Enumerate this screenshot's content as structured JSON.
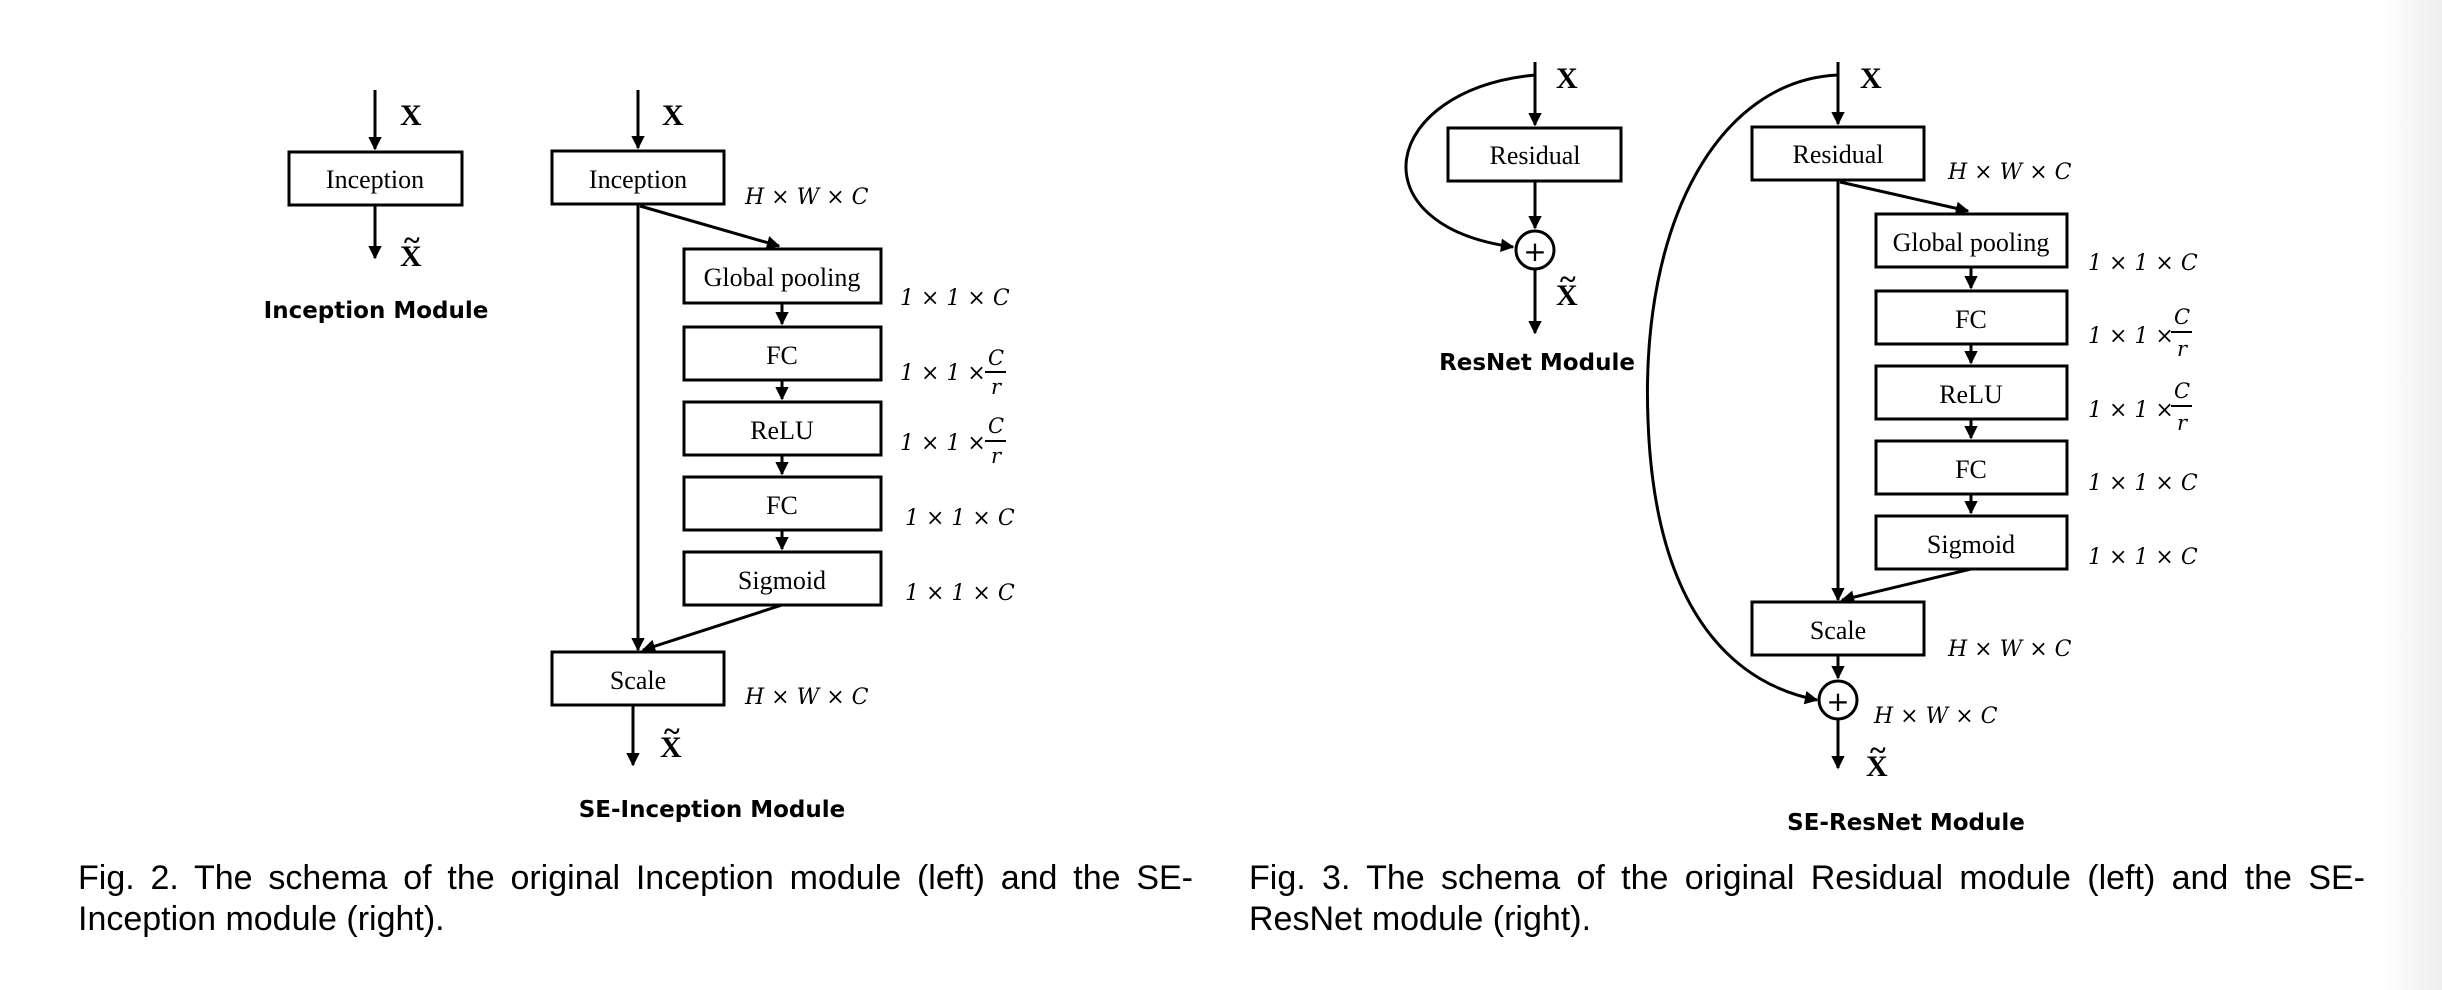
{
  "figures": [
    {
      "caption": "Fig. 2. The schema of the original Inception module (left) and the SE-Inception module (right).",
      "modules": [
        {
          "title": "Inception Module",
          "input": "X",
          "output": "X",
          "blocks": [
            "Inception"
          ]
        },
        {
          "title": "SE-Inception Module",
          "input": "X",
          "output": "X",
          "blocks": [
            {
              "label": "Inception",
              "dim": "H × W × C"
            },
            {
              "label": "Global pooling",
              "dim": "1 × 1 × C"
            },
            {
              "label": "FC",
              "dim_prefix": "1 × 1 ×",
              "dim_num": "C",
              "dim_den": "r"
            },
            {
              "label": "ReLU",
              "dim_prefix": "1 × 1 ×",
              "dim_num": "C",
              "dim_den": "r"
            },
            {
              "label": "FC",
              "dim": "1 × 1 × C"
            },
            {
              "label": "Sigmoid",
              "dim": "1 × 1 × C"
            },
            {
              "label": "Scale",
              "dim": "H × W × C"
            }
          ]
        }
      ]
    },
    {
      "caption": "Fig. 3. The schema of the original Residual module (left) and the SE-ResNet module (right).",
      "modules": [
        {
          "title": "ResNet Module",
          "input": "X",
          "output": "X",
          "blocks": [
            "Residual"
          ],
          "sum_symbol": "+"
        },
        {
          "title": "SE-ResNet Module",
          "input": "X",
          "output": "X",
          "blocks": [
            {
              "label": "Residual",
              "dim": "H × W × C"
            },
            {
              "label": "Global pooling",
              "dim": "1 × 1 × C"
            },
            {
              "label": "FC",
              "dim_prefix": "1 × 1 ×",
              "dim_num": "C",
              "dim_den": "r"
            },
            {
              "label": "ReLU",
              "dim_prefix": "1 × 1 ×",
              "dim_num": "C",
              "dim_den": "r"
            },
            {
              "label": "FC",
              "dim": "1 × 1 × C"
            },
            {
              "label": "Sigmoid",
              "dim": "1 × 1 × C"
            },
            {
              "label": "Scale",
              "dim": "H × W × C"
            }
          ],
          "sum_symbol": "+",
          "sum_dim": "H × W × C"
        }
      ]
    }
  ]
}
